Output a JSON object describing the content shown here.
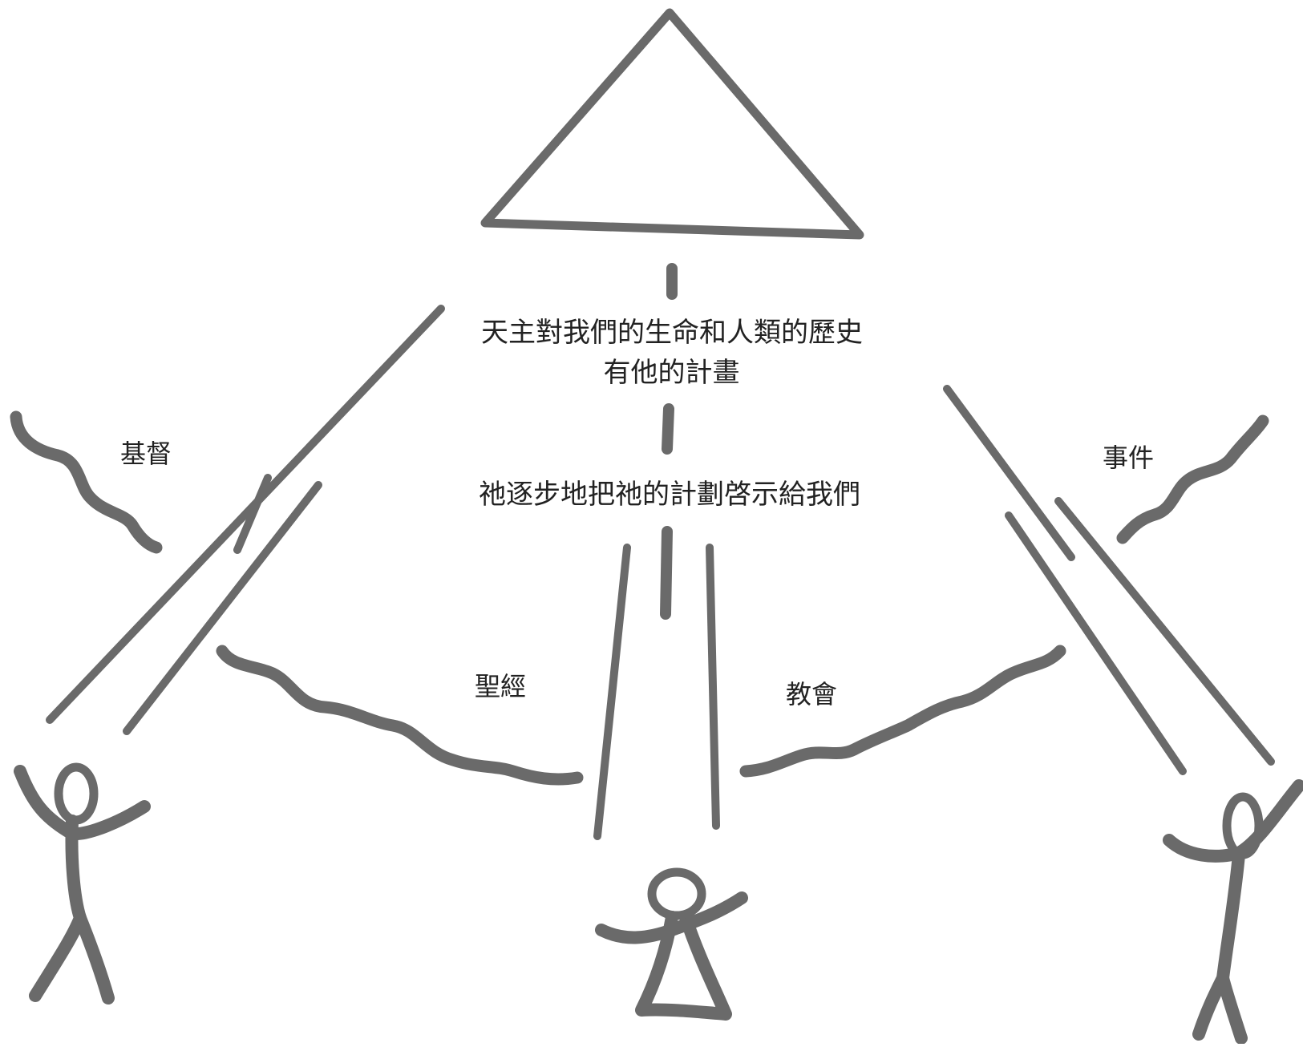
{
  "diagram": {
    "plan_text_line1": "天主對我們的生命和人類的歷史",
    "plan_text_line2": "有他的計畫",
    "reveal_text": "祂逐步地把祂的計劃啓示給我們",
    "labels": {
      "christ": "基督",
      "scripture": "聖經",
      "church": "教會",
      "events": "事件"
    },
    "colors": {
      "stroke": "#6a6a6a",
      "text": "#222222",
      "background": "#ffffff"
    }
  }
}
